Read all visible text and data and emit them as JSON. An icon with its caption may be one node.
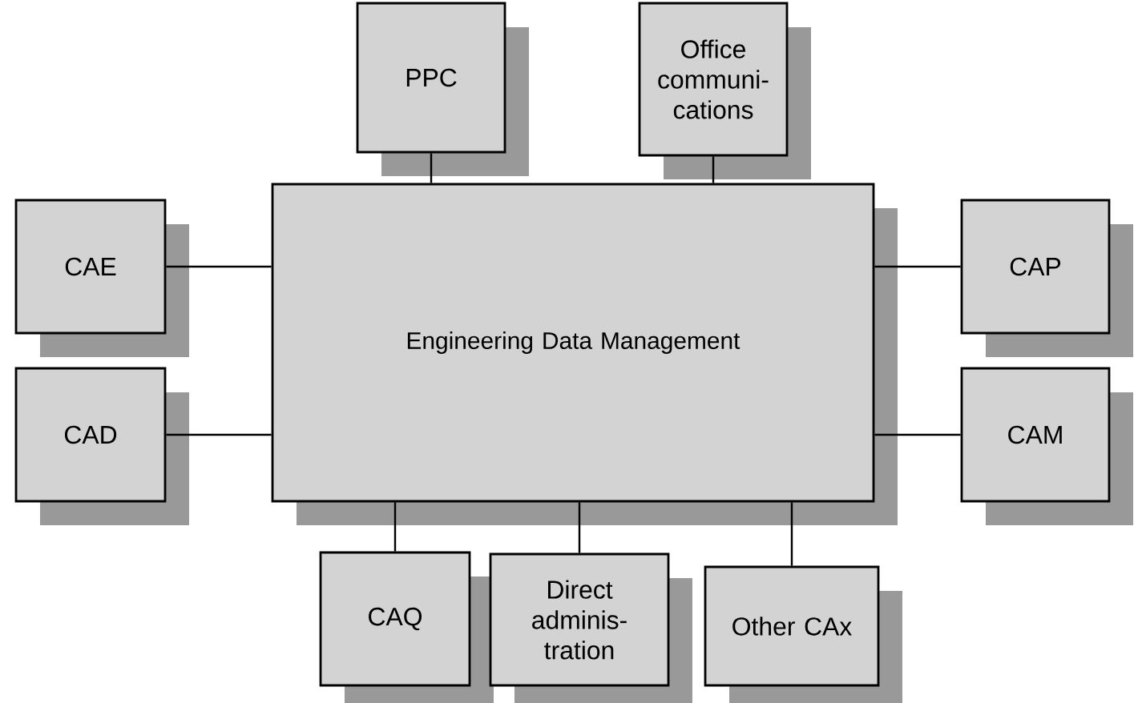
{
  "diagram": {
    "nodes": [
      {
        "text": [
          "PPC"
        ]
      },
      {
        "text": [
          "Office communi- cations"
        ]
      },
      {
        "text": [
          "CAE"
        ]
      },
      {
        "text": [
          "Engineering Data Management"
        ]
      },
      {
        "text": [
          "CAP"
        ]
      },
      {
        "text": [
          "CAD"
        ]
      },
      {
        "text": [
          "CAM"
        ]
      },
      {
        "text": [
          "CAQ"
        ]
      },
      {
        "text": [
          "Direct adminis- tration"
        ]
      },
      {
        "text": [
          "Other CAx"
        ]
      }
    ],
    "edges": [
      {
        "from": 3,
        "to": 0,
        "arrow": "none"
      },
      {
        "from": 3,
        "to": 1,
        "arrow": "none"
      },
      {
        "from": 3,
        "to": 2,
        "arrow": "none"
      },
      {
        "from": 3,
        "to": 4,
        "arrow": "none"
      },
      {
        "from": 3,
        "to": 5,
        "arrow": "none"
      },
      {
        "from": 3,
        "to": 6,
        "arrow": "none"
      },
      {
        "from": 3,
        "to": 7,
        "arrow": "none"
      },
      {
        "from": 3,
        "to": 8,
        "arrow": "none"
      },
      {
        "from": 3,
        "to": 9,
        "arrow": "none"
      }
    ]
  }
}
